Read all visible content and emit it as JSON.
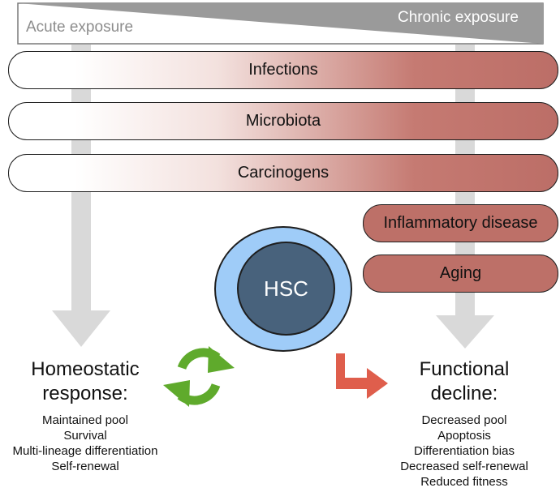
{
  "exposure": {
    "acute_label": "Acute exposure",
    "chronic_label": "Chronic exposure"
  },
  "bars": [
    "Infections",
    "Microbiota",
    "Carcinogens"
  ],
  "chronic_factors": [
    "Inflammatory disease",
    "Aging"
  ],
  "center": {
    "label": "HSC"
  },
  "left_outcome": {
    "heading_line1": "Homeostatic",
    "heading_line2": "response:",
    "items": [
      "Maintained pool",
      "Survival",
      "Multi-lineage differentiation",
      "Self-renewal"
    ]
  },
  "right_outcome": {
    "heading_line1": "Functional",
    "heading_line2": "decline:",
    "items": [
      "Decreased pool",
      "Apoptosis",
      "Differentiation bias",
      "Decreased self-renewal",
      "Reduced fitness"
    ]
  },
  "colors": {
    "bar_gradient_end": "#bc6e67",
    "chronic_pill": "#bd7068",
    "hsc_outer": "#9fccf8",
    "hsc_inner": "#48627c",
    "cycle_icon": "#5faa2c",
    "decline_arrow": "#df5e4c",
    "background_arrows": "#d9d9d9",
    "exposure_wedge": "#9a9a9a"
  },
  "icons": {
    "cycle": "recycle-arrows-icon",
    "decline": "bent-arrow-icon"
  }
}
